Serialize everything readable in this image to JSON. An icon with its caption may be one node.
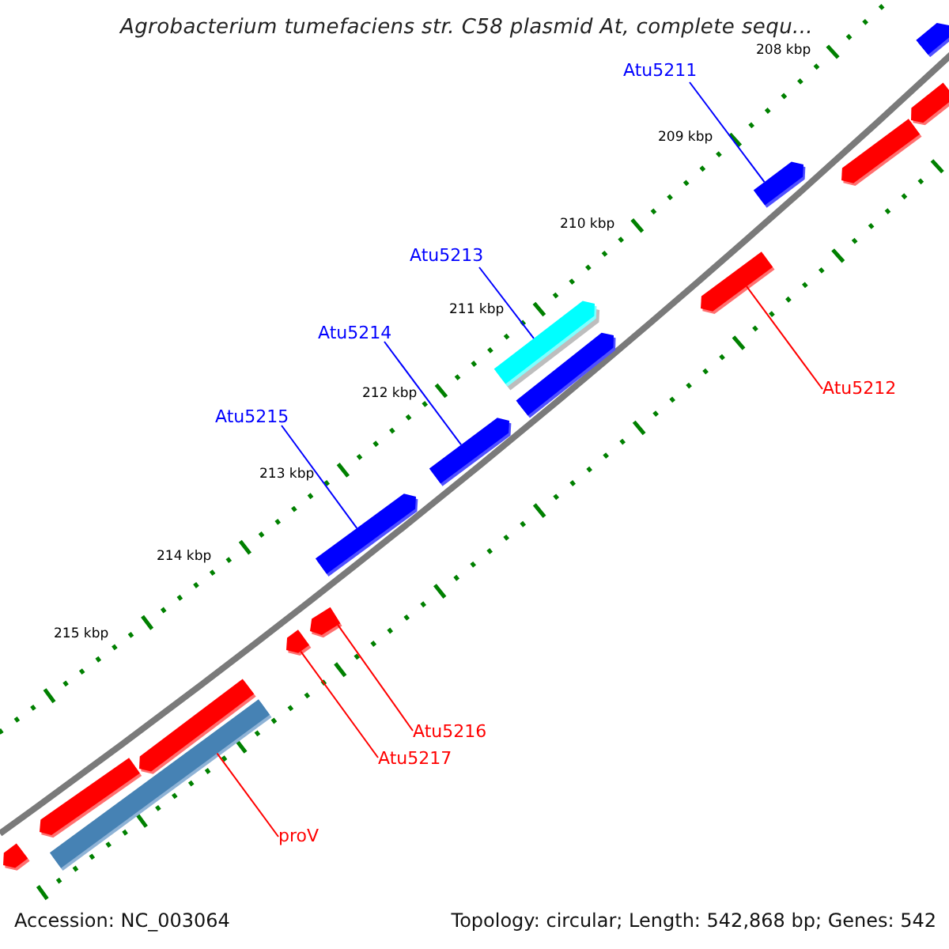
{
  "diagram": {
    "title": "Agrobacterium tumefaciens str. C58 plasmid At, complete sequ...",
    "nodes": [
      {
        "text": [
          "Atu5211"
        ]
      },
      {
        "text": [
          "Atu5213"
        ]
      },
      {
        "text": [
          "Atu5214"
        ]
      },
      {
        "text": [
          "Atu5215"
        ]
      },
      {
        "text": [
          "Atu5212"
        ]
      },
      {
        "text": [
          "Atu5216"
        ]
      },
      {
        "text": [
          "Atu5217"
        ]
      },
      {
        "text": [
          "proV"
        ]
      },
      {
        "text": [],
        "shape": "bar"
      },
      {
        "text": [],
        "shape": "bar"
      },
      {
        "text": [],
        "shape": "bar"
      },
      {
        "text": [],
        "shape": "bar"
      },
      {
        "text": [],
        "shape": "bar"
      },
      {
        "text": [],
        "shape": "bar"
      },
      {
        "text": [],
        "shape": "bar"
      },
      {
        "text": [],
        "shape": "bar"
      },
      {
        "text": [],
        "shape": "bar"
      },
      {
        "text": [],
        "shape": "bar"
      },
      {
        "text": [],
        "shape": "bar"
      },
      {
        "text": [],
        "shape": "bar"
      },
      {
        "text": [],
        "shape": "bar"
      },
      {
        "text": [],
        "shape": "bar"
      },
      {
        "text": [],
        "shape": "bar"
      }
    ],
    "edges": [
      {
        "from": 0,
        "to": 11,
        "arrow": "none",
        "color": "#0000ff"
      },
      {
        "from": 1,
        "to": 13,
        "arrow": "none",
        "color": "#0000ff"
      },
      {
        "from": 2,
        "to": 15,
        "arrow": "none",
        "color": "#0000ff"
      },
      {
        "from": 3,
        "to": 16,
        "arrow": "none",
        "color": "#0000ff"
      },
      {
        "from": 4,
        "to": 12,
        "arrow": "none",
        "color": "#ff0000"
      },
      {
        "from": 5,
        "to": 17,
        "arrow": "none",
        "color": "#ff0000"
      },
      {
        "from": 6,
        "to": 18,
        "arrow": "none",
        "color": "#ff0000"
      },
      {
        "from": 7,
        "to": 20,
        "arrow": "none",
        "color": "#ff0000"
      }
    ],
    "labels": [
      "208 kbp",
      "209 kbp",
      "210 kbp",
      "211 kbp",
      "212 kbp",
      "213 kbp",
      "214 kbp",
      "215 kbp",
      "Accession: NC_003064",
      "Topology: circular; Length: 542,868 bp; Genes: 542"
    ]
  }
}
